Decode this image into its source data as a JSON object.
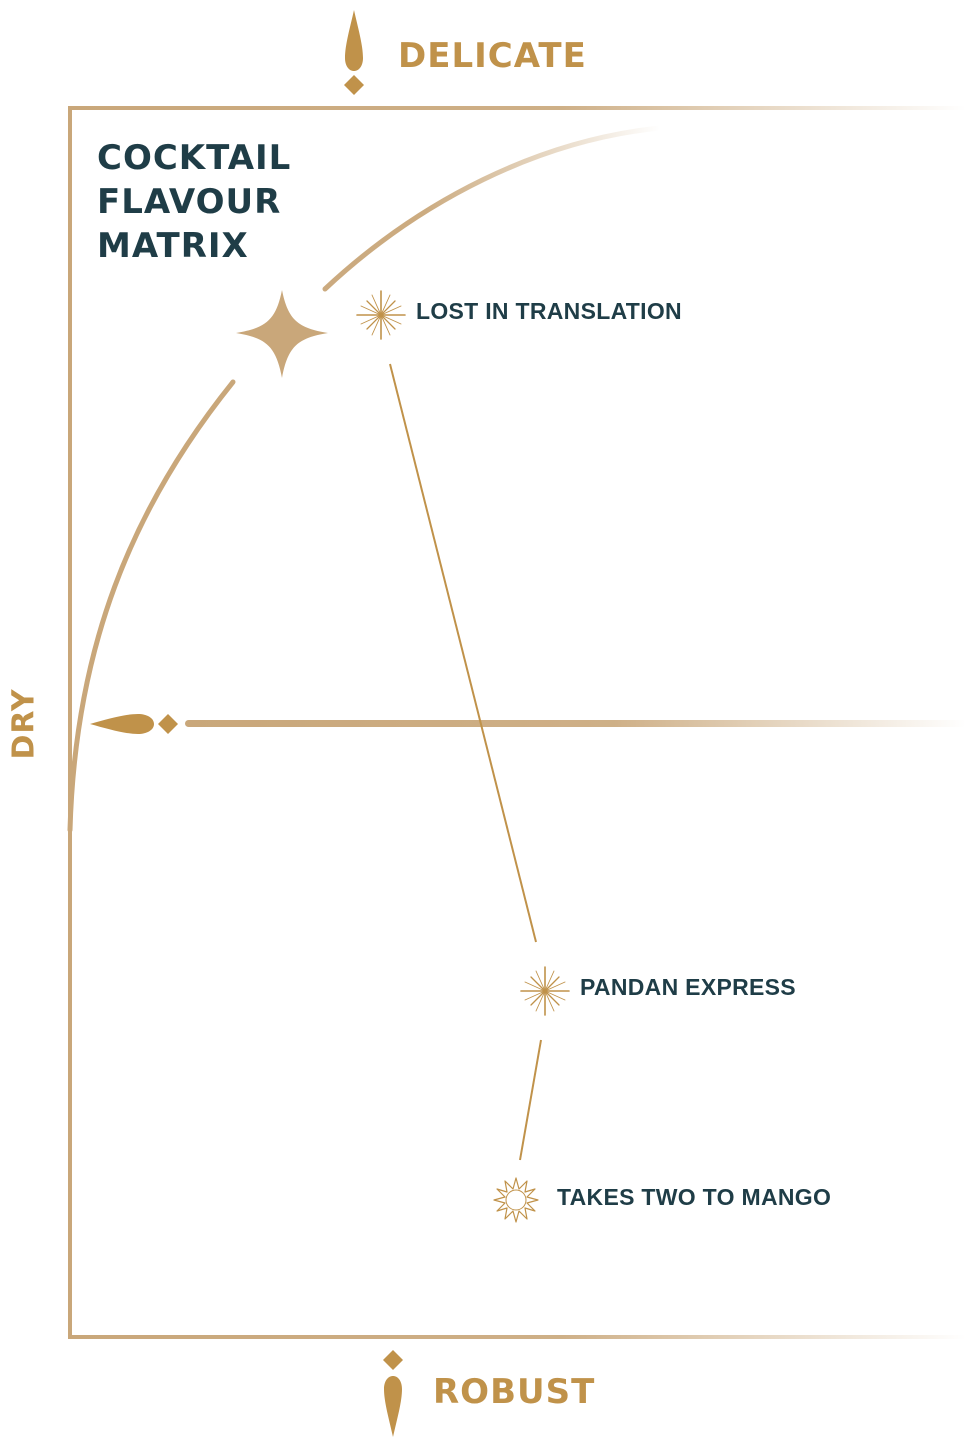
{
  "title": {
    "line1": "COCKTAIL",
    "line2": "FLAVOUR",
    "line3": "MATRIX"
  },
  "axes": {
    "top": "DELICATE",
    "bottom": "ROBUST",
    "left": "DRY"
  },
  "drinks": [
    {
      "label": "LOST IN TRANSLATION",
      "marker": "sparkle-icon"
    },
    {
      "label": "PANDAN EXPRESS",
      "marker": "sparkle-icon"
    },
    {
      "label": "TAKES TWO TO MANGO",
      "marker": "sunburst-icon"
    }
  ],
  "colors": {
    "gold": "#c0924a",
    "tan": "#c9a77a",
    "navy": "#1f3d47"
  }
}
